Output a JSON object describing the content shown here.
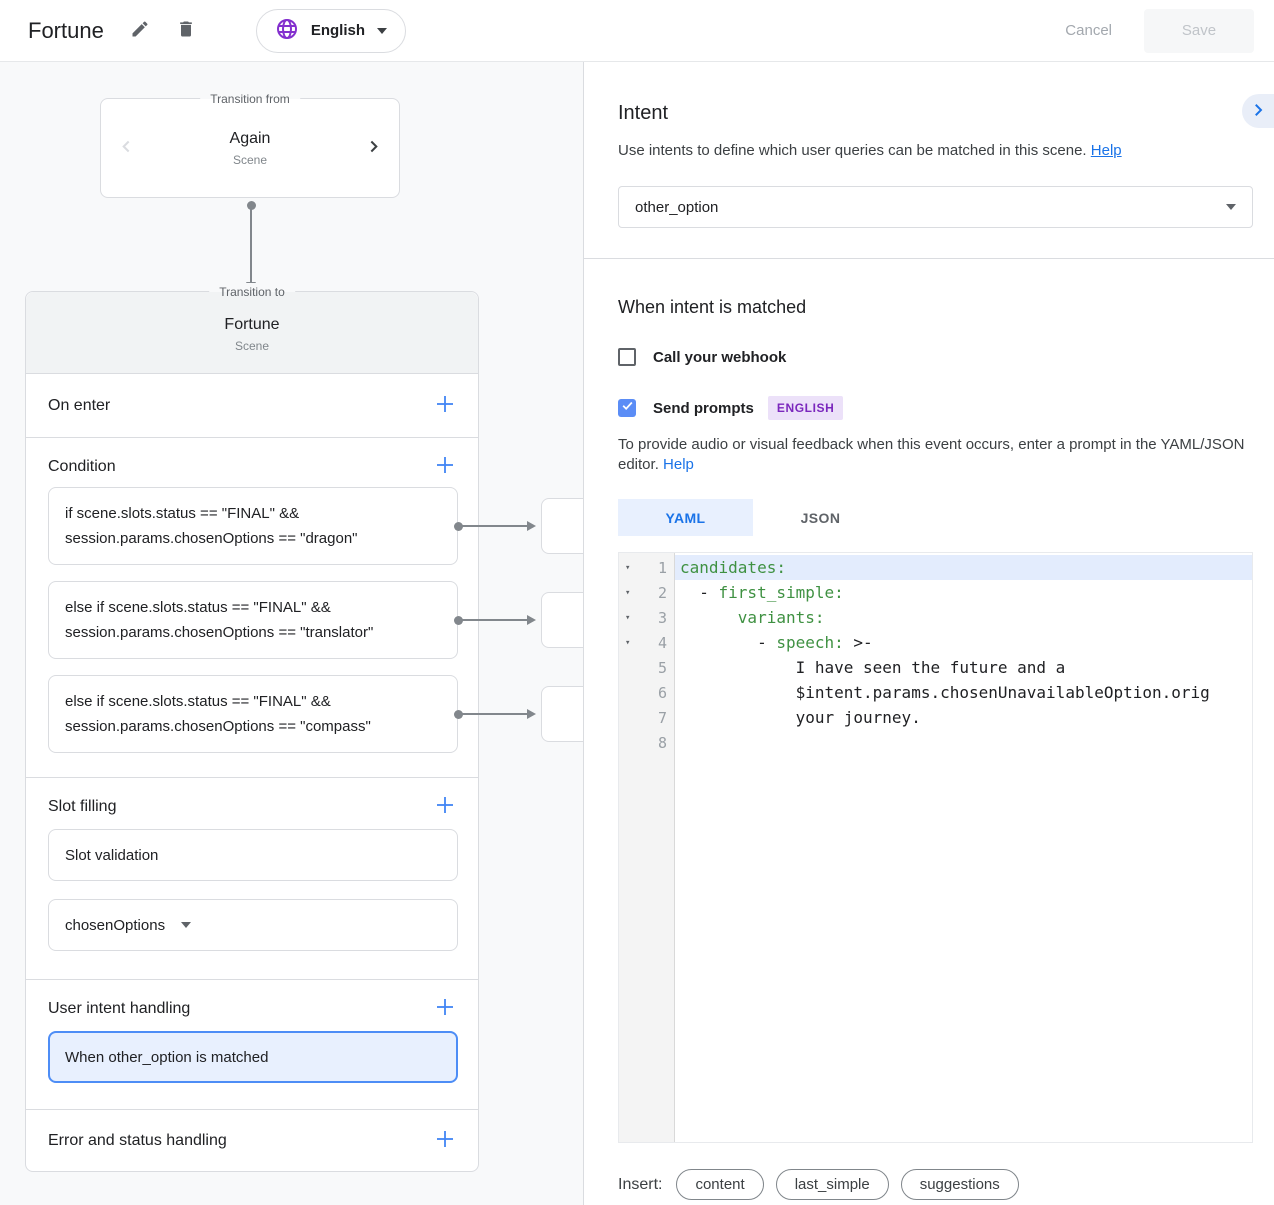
{
  "topbar": {
    "title": "Fortune",
    "language": "English",
    "cancel_label": "Cancel",
    "save_label": "Save"
  },
  "flow": {
    "from": {
      "legend": "Transition from",
      "name": "Again",
      "type": "Scene"
    },
    "to": {
      "legend": "Transition to",
      "name": "Fortune",
      "type": "Scene"
    }
  },
  "scene": {
    "on_enter_label": "On enter",
    "condition_label": "Condition",
    "conditions": [
      [
        "if scene.slots.status == \"FINAL\" &&",
        "session.params.chosenOptions == \"dragon\""
      ],
      [
        "else if scene.slots.status == \"FINAL\" &&",
        "session.params.chosenOptions == \"translator\""
      ],
      [
        "else if scene.slots.status == \"FINAL\" &&",
        "session.params.chosenOptions == \"compass\""
      ]
    ],
    "slot_filling_label": "Slot filling",
    "slot_validation_label": "Slot validation",
    "slot_param": "chosenOptions",
    "user_intent_label": "User intent handling",
    "intent_item": "When other_option is matched",
    "error_handling_label": "Error and status handling"
  },
  "intent_panel": {
    "title": "Intent",
    "description": "Use intents to define which user queries can be matched in this scene.",
    "help_label": "Help",
    "selected_intent": "other_option",
    "matched_heading": "When intent is matched",
    "webhook_label": "Call your webhook",
    "send_prompts_label": "Send prompts",
    "language_badge": "ENGLISH",
    "prompt_hint": "To provide audio or visual feedback when this event occurs, enter a prompt in the YAML/JSON editor.",
    "prompt_help_label": "Help",
    "tabs": [
      {
        "label": "YAML"
      },
      {
        "label": "JSON"
      }
    ],
    "insert_label": "Insert:",
    "insert_chips": [
      "content",
      "last_simple",
      "suggestions"
    ]
  },
  "editor": {
    "lines": [
      {
        "n": 1,
        "fold": true,
        "active": true,
        "tokens": [
          {
            "t": "candidates:",
            "c": "key"
          }
        ]
      },
      {
        "n": 2,
        "fold": true,
        "active": false,
        "tokens": [
          {
            "t": "  - ",
            "c": "plain"
          },
          {
            "t": "first_simple:",
            "c": "key"
          }
        ]
      },
      {
        "n": 3,
        "fold": true,
        "active": false,
        "tokens": [
          {
            "t": "      ",
            "c": "plain"
          },
          {
            "t": "variants:",
            "c": "key"
          }
        ]
      },
      {
        "n": 4,
        "fold": true,
        "active": false,
        "tokens": [
          {
            "t": "        - ",
            "c": "plain"
          },
          {
            "t": "speech:",
            "c": "key"
          },
          {
            "t": " >-",
            "c": "plain"
          }
        ]
      },
      {
        "n": 5,
        "fold": false,
        "active": false,
        "tokens": [
          {
            "t": "            I have seen the future and a",
            "c": "plain"
          }
        ]
      },
      {
        "n": 6,
        "fold": false,
        "active": false,
        "tokens": [
          {
            "t": "            $intent.params.chosenUnavailableOption.orig",
            "c": "plain"
          }
        ]
      },
      {
        "n": 7,
        "fold": false,
        "active": false,
        "tokens": [
          {
            "t": "            your journey.",
            "c": "plain"
          }
        ]
      },
      {
        "n": 8,
        "fold": false,
        "active": false,
        "tokens": []
      }
    ]
  },
  "colors": {
    "accent": "#1a73e8",
    "active-line": "#e3ecfd",
    "highlight-bg": "#e8f0fe",
    "highlight-border": "#4d8df6",
    "key-green": "#3f9142",
    "globe-purple": "#8430ce",
    "badge-bg": "#ece1f9",
    "badge-text": "#7b27bd",
    "checkbox-blue": "#5b8df6"
  }
}
